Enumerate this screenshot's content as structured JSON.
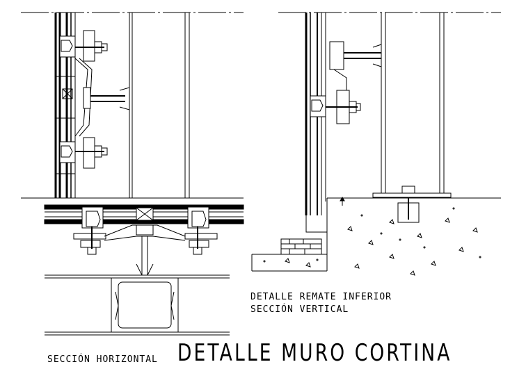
{
  "title": "DETALLE MURO CORTINA",
  "labels": {
    "horizontal_section": "SECCIÓN HORIZONTAL",
    "lower_detail_line1": "DETALLE REMATE INFERIOR",
    "lower_detail_line2": "SECCIÓN VERTICAL"
  },
  "colors": {
    "line": "#000000",
    "background": "#ffffff"
  }
}
